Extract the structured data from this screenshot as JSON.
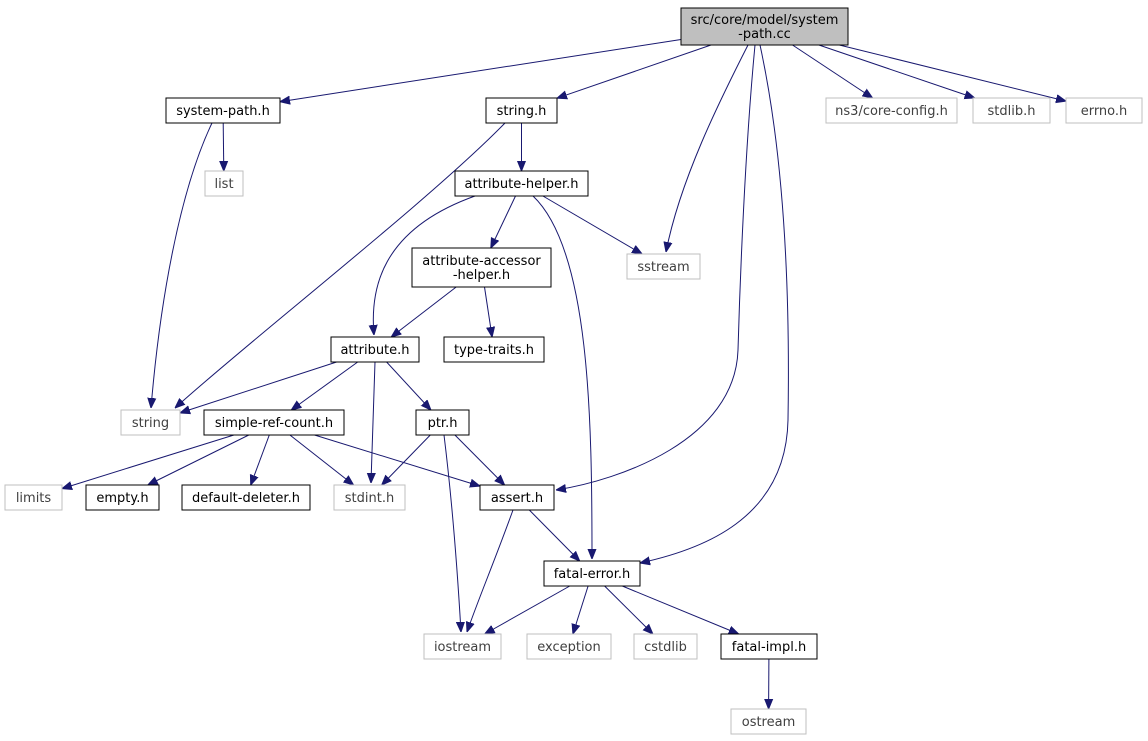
{
  "diagram": {
    "title": "src/core/model/system-path.cc",
    "colors": {
      "edge": "#191970",
      "root_fill": "#bfbfbf",
      "node_border": "#000000",
      "system_border": "#bfbfbf",
      "system_text": "#404040",
      "text": "#000000"
    },
    "nodes": [
      {
        "id": "root",
        "label_lines": [
          "src/core/model/system",
          "-path.cc"
        ],
        "kind": "root"
      },
      {
        "id": "system_path_h",
        "label_lines": [
          "system-path.h"
        ],
        "kind": "local"
      },
      {
        "id": "string_h",
        "label_lines": [
          "string.h"
        ],
        "kind": "local"
      },
      {
        "id": "ns3_core_config",
        "label_lines": [
          "ns3/core-config.h"
        ],
        "kind": "system"
      },
      {
        "id": "stdlib_h",
        "label_lines": [
          "stdlib.h"
        ],
        "kind": "system"
      },
      {
        "id": "errno_h",
        "label_lines": [
          "errno.h"
        ],
        "kind": "system"
      },
      {
        "id": "list",
        "label_lines": [
          "list"
        ],
        "kind": "system"
      },
      {
        "id": "attribute_helper_h",
        "label_lines": [
          "attribute-helper.h"
        ],
        "kind": "local"
      },
      {
        "id": "attribute_accessor_helper_h",
        "label_lines": [
          "attribute-accessor",
          "-helper.h"
        ],
        "kind": "local"
      },
      {
        "id": "sstream",
        "label_lines": [
          "sstream"
        ],
        "kind": "system"
      },
      {
        "id": "attribute_h",
        "label_lines": [
          "attribute.h"
        ],
        "kind": "local"
      },
      {
        "id": "type_traits_h",
        "label_lines": [
          "type-traits.h"
        ],
        "kind": "local"
      },
      {
        "id": "string",
        "label_lines": [
          "string"
        ],
        "kind": "system"
      },
      {
        "id": "simple_ref_count_h",
        "label_lines": [
          "simple-ref-count.h"
        ],
        "kind": "local"
      },
      {
        "id": "ptr_h",
        "label_lines": [
          "ptr.h"
        ],
        "kind": "local"
      },
      {
        "id": "limits",
        "label_lines": [
          "limits"
        ],
        "kind": "system"
      },
      {
        "id": "empty_h",
        "label_lines": [
          "empty.h"
        ],
        "kind": "local"
      },
      {
        "id": "default_deleter_h",
        "label_lines": [
          "default-deleter.h"
        ],
        "kind": "local"
      },
      {
        "id": "stdint_h",
        "label_lines": [
          "stdint.h"
        ],
        "kind": "system"
      },
      {
        "id": "assert_h",
        "label_lines": [
          "assert.h"
        ],
        "kind": "local"
      },
      {
        "id": "fatal_error_h",
        "label_lines": [
          "fatal-error.h"
        ],
        "kind": "local"
      },
      {
        "id": "iostream",
        "label_lines": [
          "iostream"
        ],
        "kind": "system"
      },
      {
        "id": "exception",
        "label_lines": [
          "exception"
        ],
        "kind": "system"
      },
      {
        "id": "cstdlib",
        "label_lines": [
          "cstdlib"
        ],
        "kind": "system"
      },
      {
        "id": "fatal_impl_h",
        "label_lines": [
          "fatal-impl.h"
        ],
        "kind": "local"
      },
      {
        "id": "ostream",
        "label_lines": [
          "ostream"
        ],
        "kind": "system"
      }
    ],
    "edges": [
      {
        "from": "root",
        "to": "system_path_h"
      },
      {
        "from": "root",
        "to": "string_h"
      },
      {
        "from": "root",
        "to": "sstream"
      },
      {
        "from": "root",
        "to": "assert_h"
      },
      {
        "from": "root",
        "to": "fatal_error_h"
      },
      {
        "from": "root",
        "to": "ns3_core_config"
      },
      {
        "from": "root",
        "to": "stdlib_h"
      },
      {
        "from": "root",
        "to": "errno_h"
      },
      {
        "from": "system_path_h",
        "to": "list"
      },
      {
        "from": "system_path_h",
        "to": "string"
      },
      {
        "from": "string_h",
        "to": "attribute_helper_h"
      },
      {
        "from": "string_h",
        "to": "string"
      },
      {
        "from": "attribute_helper_h",
        "to": "attribute_accessor_helper_h"
      },
      {
        "from": "attribute_helper_h",
        "to": "sstream"
      },
      {
        "from": "attribute_helper_h",
        "to": "attribute_h"
      },
      {
        "from": "attribute_helper_h",
        "to": "fatal_error_h"
      },
      {
        "from": "attribute_accessor_helper_h",
        "to": "attribute_h"
      },
      {
        "from": "attribute_accessor_helper_h",
        "to": "type_traits_h"
      },
      {
        "from": "attribute_h",
        "to": "string"
      },
      {
        "from": "attribute_h",
        "to": "simple_ref_count_h"
      },
      {
        "from": "attribute_h",
        "to": "ptr_h"
      },
      {
        "from": "attribute_h",
        "to": "stdint_h"
      },
      {
        "from": "simple_ref_count_h",
        "to": "limits"
      },
      {
        "from": "simple_ref_count_h",
        "to": "empty_h"
      },
      {
        "from": "simple_ref_count_h",
        "to": "default_deleter_h"
      },
      {
        "from": "simple_ref_count_h",
        "to": "stdint_h"
      },
      {
        "from": "simple_ref_count_h",
        "to": "assert_h"
      },
      {
        "from": "ptr_h",
        "to": "stdint_h"
      },
      {
        "from": "ptr_h",
        "to": "assert_h"
      },
      {
        "from": "ptr_h",
        "to": "iostream"
      },
      {
        "from": "assert_h",
        "to": "fatal_error_h"
      },
      {
        "from": "assert_h",
        "to": "iostream"
      },
      {
        "from": "fatal_error_h",
        "to": "iostream"
      },
      {
        "from": "fatal_error_h",
        "to": "exception"
      },
      {
        "from": "fatal_error_h",
        "to": "cstdlib"
      },
      {
        "from": "fatal_error_h",
        "to": "fatal_impl_h"
      },
      {
        "from": "fatal_impl_h",
        "to": "ostream"
      }
    ]
  }
}
